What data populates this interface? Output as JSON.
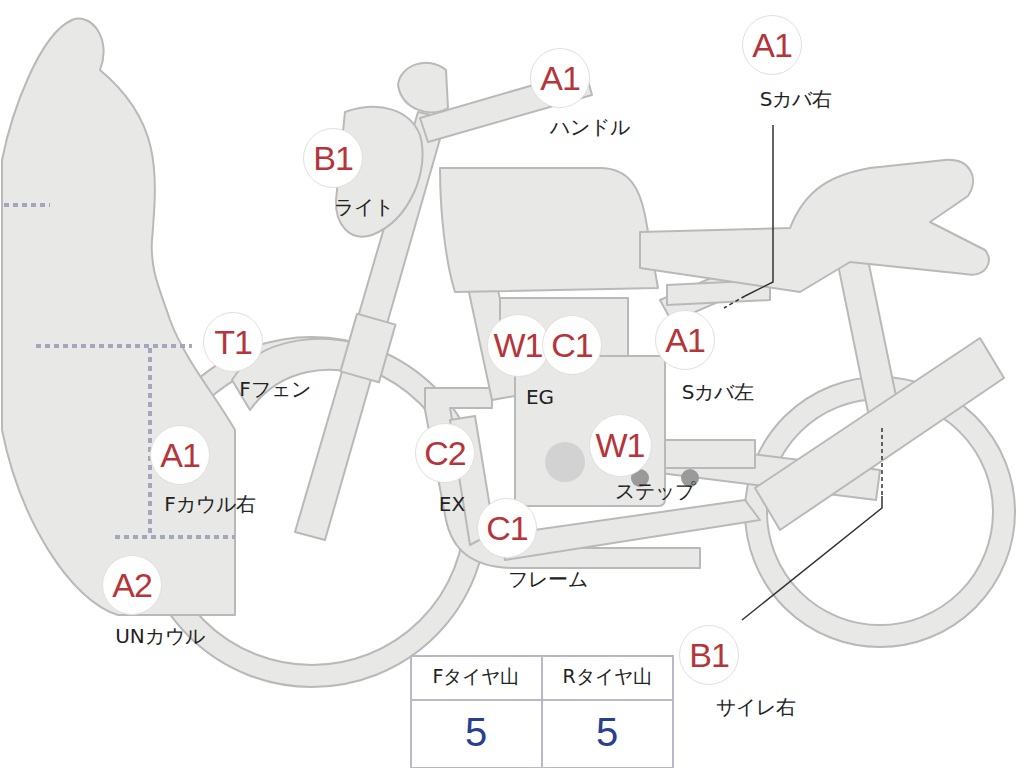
{
  "diagram": {
    "nodes": [
      {
        "text": [
          "A1"
        ]
      },
      {
        "text": [
          "A1"
        ]
      },
      {
        "text": [
          "B1"
        ]
      },
      {
        "text": [
          "T1"
        ]
      },
      {
        "text": [
          "W1"
        ]
      },
      {
        "text": [
          "C1"
        ]
      },
      {
        "text": [
          "A1"
        ]
      },
      {
        "text": [
          "A1"
        ]
      },
      {
        "text": [
          "C2"
        ]
      },
      {
        "text": [
          "W1"
        ]
      },
      {
        "text": [
          "C1"
        ]
      },
      {
        "text": [
          "A2"
        ]
      },
      {
        "text": [
          "B1"
        ]
      }
    ],
    "labels": [
      "Sカバ右",
      "ハンドル",
      "ライト",
      "Fフェン",
      "EG",
      "Sカバ左",
      "Fカウル右",
      "EX",
      "ステップ",
      "フレーム",
      "UNカウル",
      "サイレ右",
      "Fタイヤ山",
      "Rタイヤ山",
      "5",
      "5"
    ]
  }
}
